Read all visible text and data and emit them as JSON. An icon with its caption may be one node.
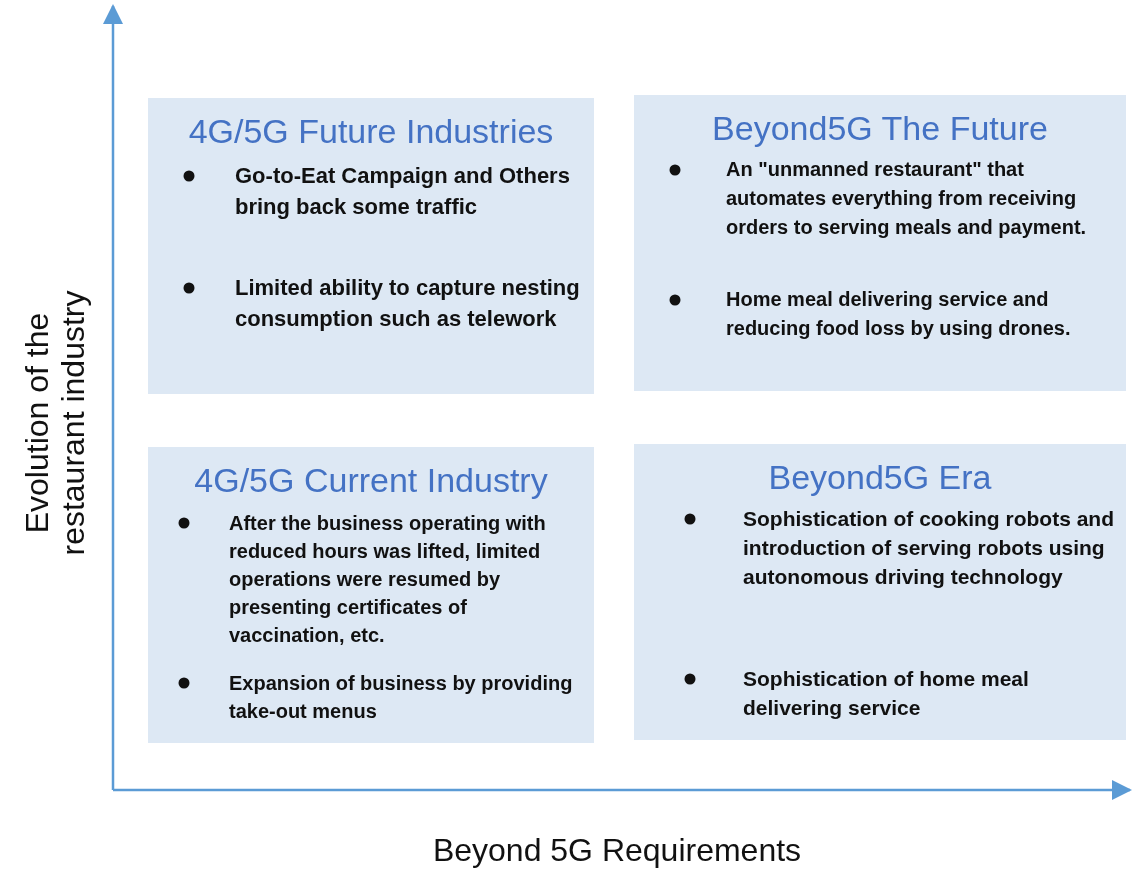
{
  "diagram": {
    "nodes": [
      {
        "text": [
          "4G/5G Future Industries",
          "Go-to-Eat Campaign and Others bring back some traffic",
          "Limited ability to capture nesting consumption such as telework"
        ]
      },
      {
        "text": [
          "Beyond5G The Future",
          "An \"unmanned restaurant\" that automates everything from receiving orders to serving meals and payment.",
          "Home meal delivering service and reducing food loss by using drones."
        ]
      },
      {
        "text": [
          "4G/5G Current Industry",
          "After the business operating with reduced hours was lifted, limited operations were resumed by presenting certificates of vaccination, etc.",
          "Expansion of business by providing take-out menus"
        ]
      },
      {
        "text": [
          "Beyond5G Era",
          "Sophistication of cooking robots and introduction of serving robots using autonomous driving technology",
          "Sophistication of home meal delivering service"
        ]
      }
    ],
    "labels": [
      "Evolution of the restaurant industry",
      "Beyond 5G Requirements"
    ]
  }
}
